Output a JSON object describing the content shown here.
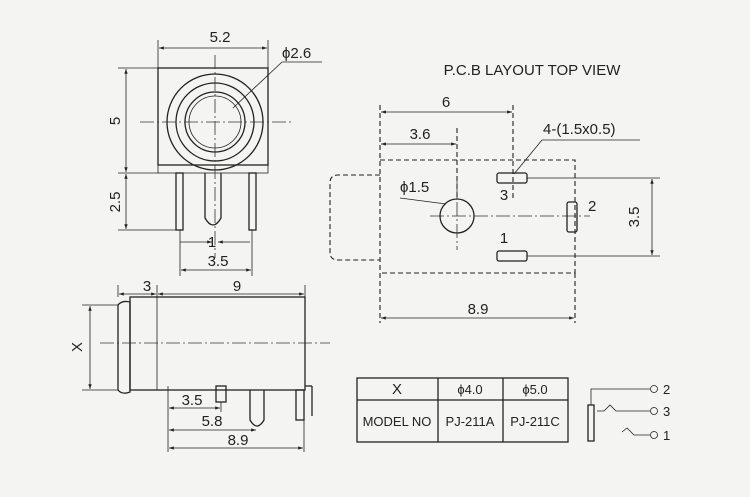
{
  "title": "P.C.B LAYOUT TOP VIEW",
  "front_view": {
    "width_dim": "5.2",
    "hole_dia": "ϕ2.6",
    "height_dim": "5",
    "lead_dim": "2.5",
    "pin_label": "1",
    "pitch_dim": "3.5"
  },
  "side_view": {
    "front_dim": "3",
    "length_dim": "9",
    "x_dim": "X",
    "d1": "3.5",
    "d2": "5.8",
    "d3": "8.9"
  },
  "pcb_layout": {
    "dim_6": "6",
    "dim_3_6": "3.6",
    "slots": "4-(1.5x0.5)",
    "hole_dia": "ϕ1.5",
    "pin_3": "3",
    "pin_2": "2",
    "pin_1": "1",
    "dim_3_5": "3.5",
    "dim_8_9": "8.9"
  },
  "model_table": {
    "header": [
      "X",
      "ϕ4.0",
      "ϕ5.0"
    ],
    "row": [
      "MODEL NO",
      "PJ-211A",
      "PJ-211C"
    ]
  },
  "schematic": {
    "pin_2": "2",
    "pin_3": "3",
    "pin_1": "1"
  }
}
